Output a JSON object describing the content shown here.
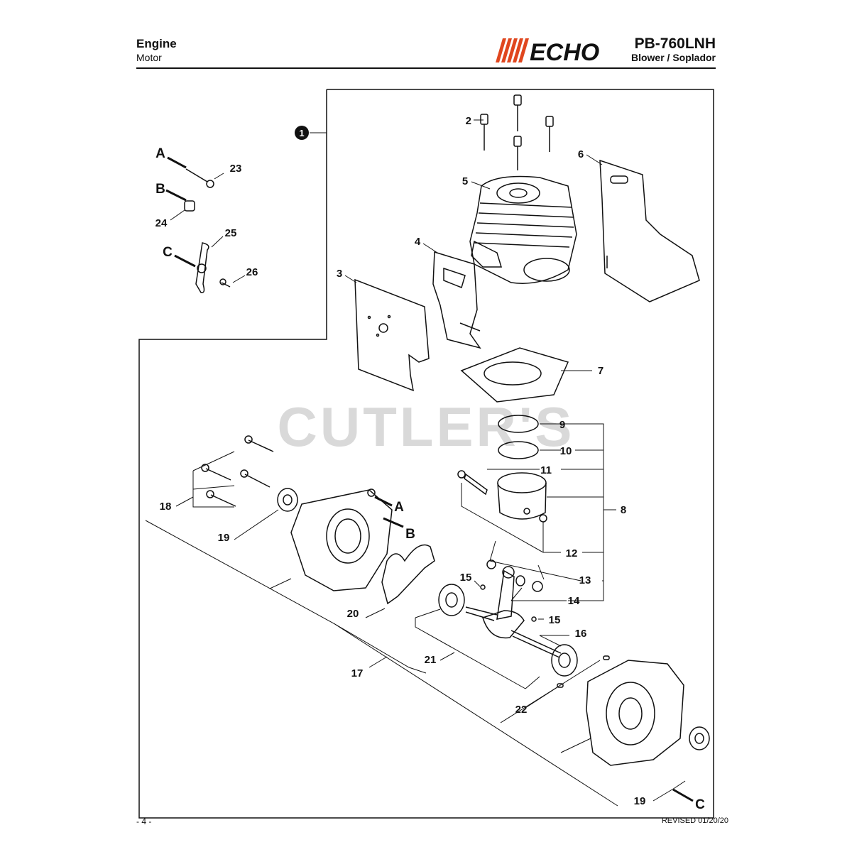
{
  "header": {
    "title": "Engine",
    "subtitle": "Motor",
    "brand": "ECHO",
    "model": "PB-760LNH",
    "model_desc": "Blower / Soplador"
  },
  "watermark": "CUTLER'S",
  "callouts": {
    "c1": "1",
    "c2": "2",
    "c3": "3",
    "c4": "4",
    "c5": "5",
    "c6": "6",
    "c7": "7",
    "c8": "8",
    "c9": "9",
    "c10": "10",
    "c11": "11",
    "c12": "12",
    "c13": "13",
    "c14": "14",
    "c15a": "15",
    "c15b": "15",
    "c16": "16",
    "c17": "17",
    "c18": "18",
    "c19a": "19",
    "c19b": "19",
    "c20": "20",
    "c21": "21",
    "c22": "22",
    "c23": "23",
    "c24": "24",
    "c25": "25",
    "c26": "26"
  },
  "refs": {
    "A1": "A",
    "B1": "B",
    "C1": "C",
    "A2": "A",
    "B2": "B",
    "C2": "C"
  },
  "footer": {
    "page": "- 4 -",
    "revised": "REVISED 01/20/20"
  },
  "colors": {
    "line": "#111111",
    "watermark": "#d9d9d9"
  }
}
